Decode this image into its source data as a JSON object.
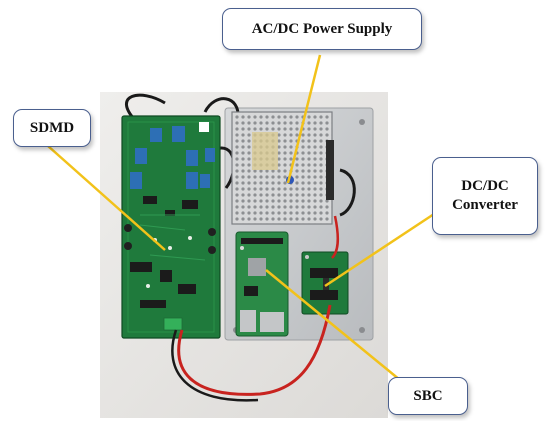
{
  "labels": {
    "ac_dc_power_supply": "AC/DC Power Supply",
    "sdmd": "SDMD",
    "dc_dc_converter_line1": "DC/DC",
    "dc_dc_converter_line2": "Converter",
    "sbc": "SBC"
  },
  "colors": {
    "leader_line": "#f2c21a",
    "callout_border": "#4a5f8e",
    "pcb_green": "#1f7a3c",
    "capacitor_blue": "#2d6fb5",
    "aluminum_plate": "#c7c9cb",
    "background_photo": "#e9e8e6",
    "cable_red": "#c8231f",
    "cable_black": "#1a1a1a"
  },
  "icons": {
    "pcb_board_sdmd": "sdmd-pcb-photo",
    "power_supply_unit": "ac-dc-psu-photo",
    "single_board_computer": "sbc-photo",
    "converter_board": "dc-dc-board-photo"
  }
}
